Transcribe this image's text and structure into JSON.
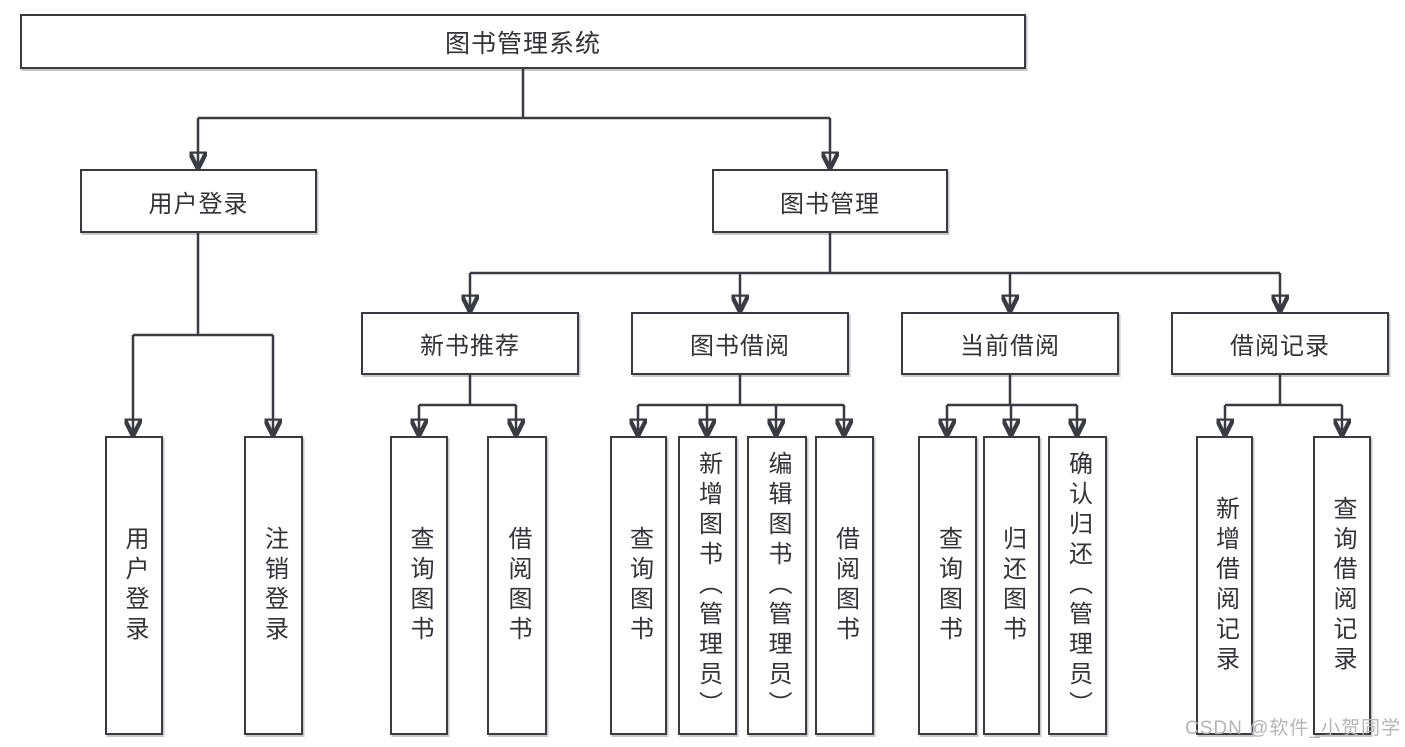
{
  "root": {
    "label": "图书管理系统"
  },
  "level2": [
    {
      "label": "用户登录"
    },
    {
      "label": "图书管理"
    }
  ],
  "level3": [
    {
      "label": "新书推荐"
    },
    {
      "label": "图书借阅"
    },
    {
      "label": "当前借阅"
    },
    {
      "label": "借阅记录"
    }
  ],
  "leaves": {
    "user_login": [
      "用户登录",
      "注销登录"
    ],
    "new_book": [
      "查询图书",
      "借阅图书"
    ],
    "book_borrow": [
      "查询图书",
      "新增图书（管理员）",
      "编辑图书（管理员）",
      "借阅图书"
    ],
    "current_borrow": [
      "查询图书",
      "归还图书",
      "确认归还（管理员）"
    ],
    "borrow_records": [
      "新增借阅记录",
      "查询借阅记录"
    ]
  },
  "watermark": {
    "text": "CSDN @软件_小贺同学"
  },
  "colors": {
    "line_color": "#3a3a42",
    "text_color": "#323238",
    "watermark_color": "#b5b5b5",
    "bg_color": "#ffffff"
  }
}
